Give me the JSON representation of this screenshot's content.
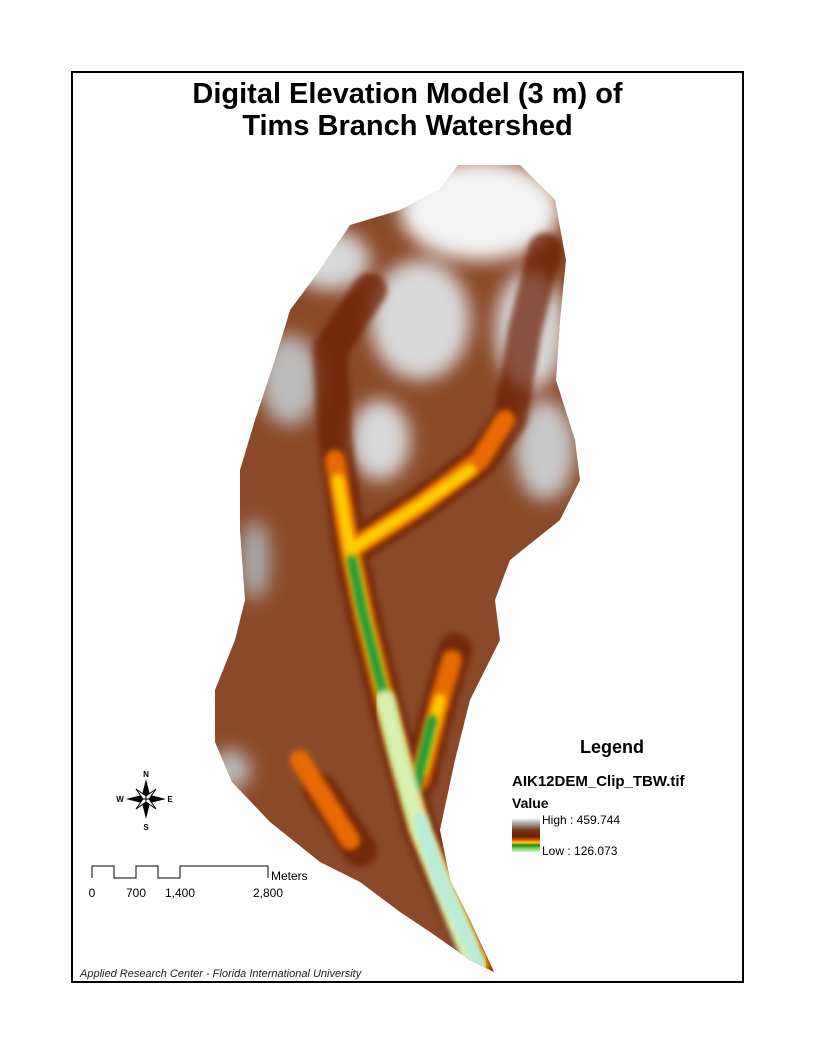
{
  "title_line1": "Digital Elevation Model (3 m) of",
  "title_line2": "Tims Branch Watershed",
  "legend": {
    "heading": "Legend",
    "layer": "AIK12DEM_Clip_TBW.tif",
    "field": "Value",
    "high": "High : 459.744",
    "low": "Low : 126.073",
    "colors": [
      "#ffffff",
      "#a8a8a8",
      "#6a1f05",
      "#e05a00",
      "#ffcc00",
      "#1a8a2a",
      "#c8f5e8"
    ]
  },
  "north_arrow": {
    "n": "N",
    "s": "S",
    "e": "E",
    "w": "W"
  },
  "scale_bar": {
    "unit": "Meters",
    "ticks": [
      "0",
      "700",
      "1,400",
      "2,800"
    ]
  },
  "credit": "Applied Research Center - Florida International University"
}
